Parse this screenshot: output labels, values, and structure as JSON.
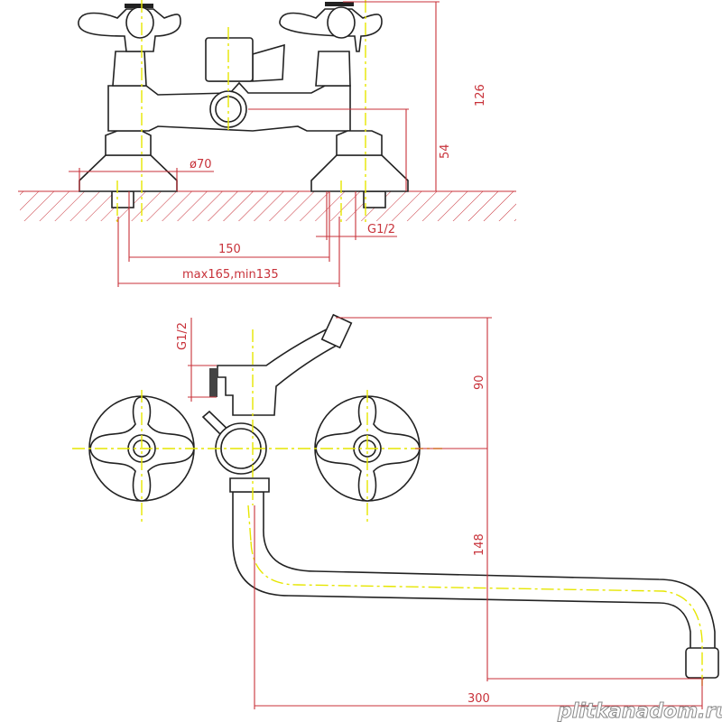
{
  "front_view": {
    "dims": {
      "height_total": "126",
      "height_outlet": "54",
      "base_diameter": "ø70",
      "thread": "G1/2",
      "spacing": "150",
      "spacing_range": "max165,min135"
    }
  },
  "side_view": {
    "dims": {
      "thread": "G1/2",
      "height_top": "90",
      "spout_drop": "148",
      "spout_reach": "300"
    }
  },
  "watermark": "plitkanadom.ru",
  "colors": {
    "dimension": "#c8323a",
    "centerline": "#e6e600",
    "outline": "#222222"
  }
}
